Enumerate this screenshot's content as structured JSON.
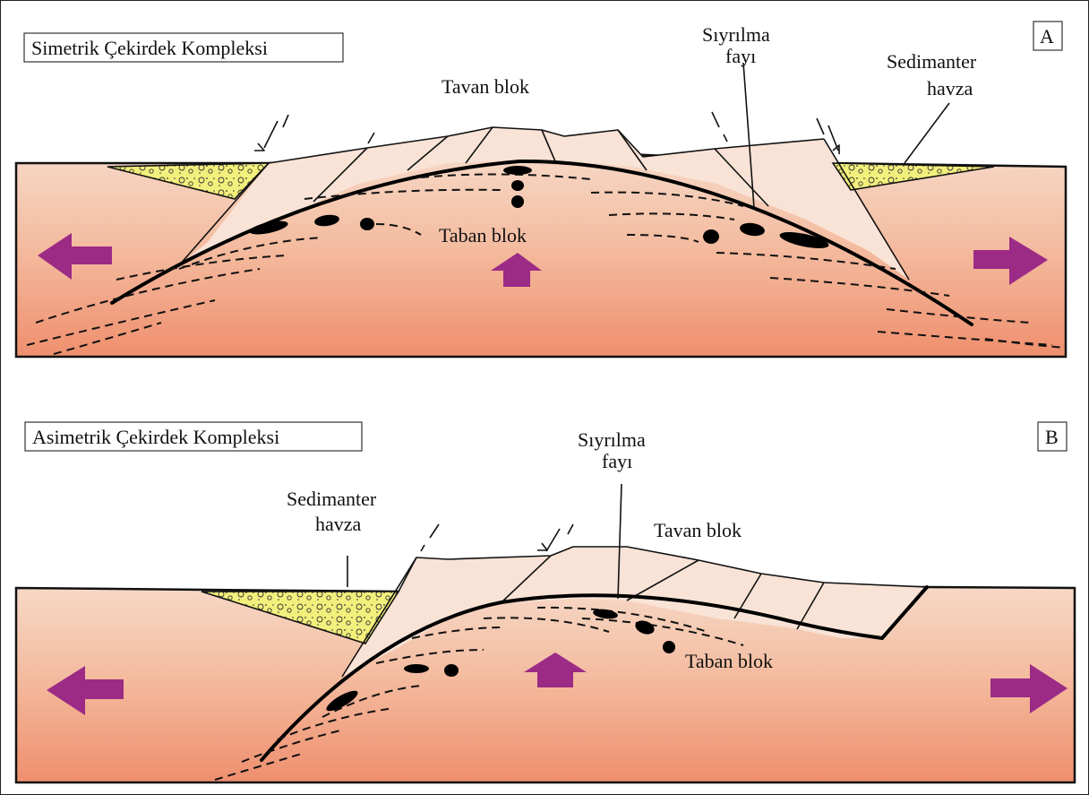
{
  "panel_a": {
    "title": "Simetrik Çekirdek Kompleksi",
    "letter": "A",
    "label_tavan": "Tavan blok",
    "label_taban": "Taban blok",
    "label_siyrilma_1": "Sıyrılma",
    "label_siyrilma_2": "fayı",
    "label_sed_1": "Sedimanter",
    "label_sed_2": "havza"
  },
  "panel_b": {
    "title": "Asimetrik Çekirdek Kompleksi",
    "letter": "B",
    "label_tavan": "Tavan blok",
    "label_taban": "Taban blok",
    "label_siyrilma_1": "Sıyrılma",
    "label_siyrilma_2": "fayı",
    "label_sed_1": "Sedimanter",
    "label_sed_2": "havza"
  },
  "colors": {
    "crust_top": "#f6d8c6",
    "crust_bottom": "#ef8f6e",
    "upper_plate": "#f9e3d6",
    "basin_fill": "#f2f07a",
    "arrow": "#9c2b86"
  }
}
